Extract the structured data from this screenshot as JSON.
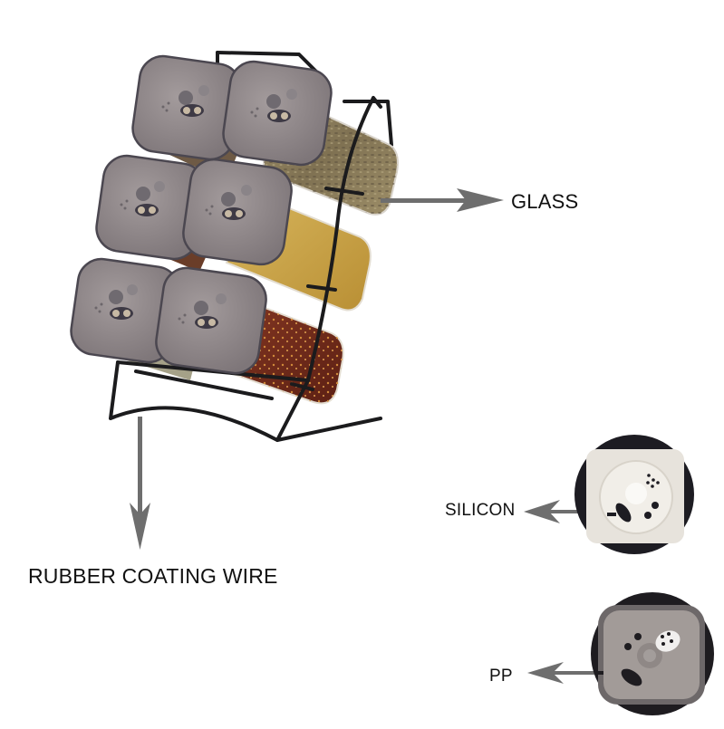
{
  "labels": {
    "glass": "GLASS",
    "silicon": "SILICON",
    "pp": "PP",
    "wire": "RUBBER COATING WIRE"
  },
  "product": {
    "name": "spice-jar-rack",
    "jar_count": 6,
    "jar_contents": [
      "herbs",
      "herbs",
      "herbs",
      "mustard-seed",
      "herbs",
      "chili-flakes"
    ]
  },
  "colors": {
    "background": "#ffffff",
    "arrow": "#6e6e6e",
    "lid": "#8d8689",
    "lid_edge": "#4b4750",
    "wire": "#1b1b1d",
    "silicon_insert": "#e7e3dc",
    "pp_cap": "#a29b98",
    "herbs": "#8c7c5a",
    "mustard": "#c9a34a",
    "chili": "#7a2e1c"
  },
  "icons": {
    "glass_arrow": "arrow-right-icon",
    "silicon_arrow": "arrow-left-icon",
    "pp_arrow": "arrow-left-icon",
    "wire_arrow": "arrow-down-icon"
  }
}
